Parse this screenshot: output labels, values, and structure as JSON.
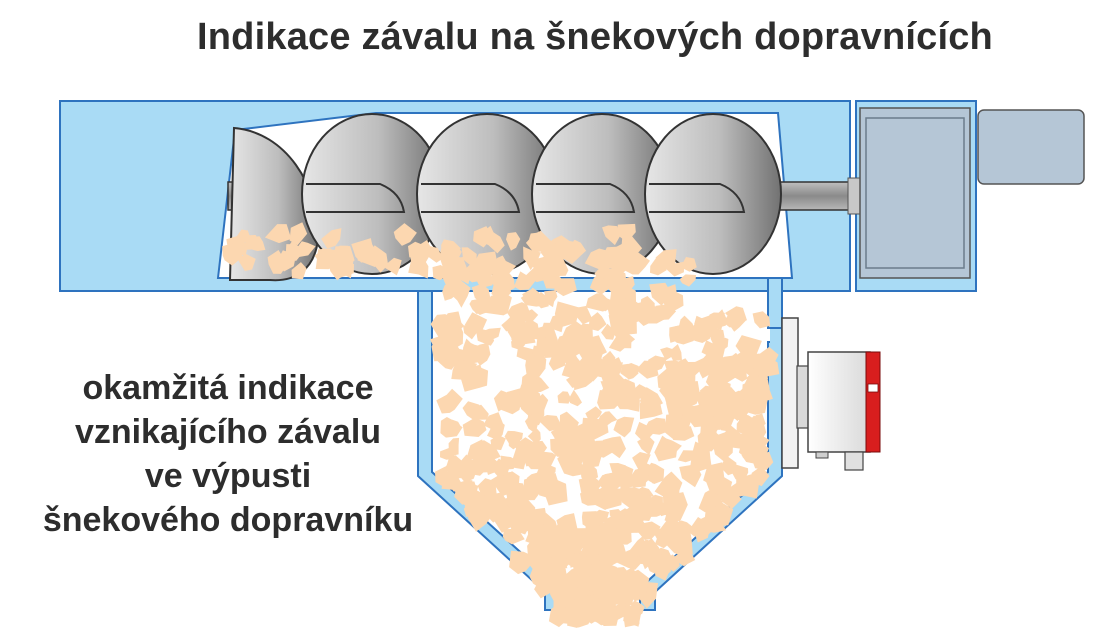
{
  "title": "Indikace závalu na šnekových dopravnících",
  "caption": {
    "lines": [
      "okamžitá indikace",
      "vznikajícího závalu",
      "ve výpusti",
      "šnekového dopravníku"
    ]
  },
  "colors": {
    "housing_fill": "#a9dbf5",
    "housing_stroke": "#2e73bf",
    "material": "#fcd7b0",
    "screw_light": "#e2e2e2",
    "screw_dark": "#777777",
    "motor": "#b5c6d6",
    "sensor_body": "#f4f4f4",
    "sensor_accent": "#d81e1e"
  },
  "icons": [
    "screw-conveyor",
    "drive-motor",
    "outlet-hopper",
    "level-sensor"
  ]
}
